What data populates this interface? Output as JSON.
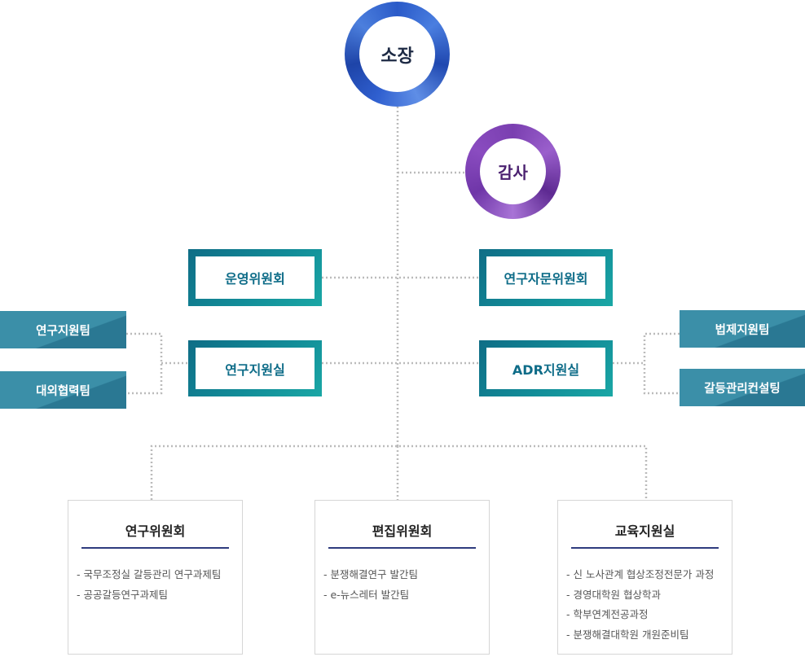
{
  "director": {
    "label": "소장"
  },
  "audit": {
    "label": "감사"
  },
  "operating_committee": {
    "label": "운영위원회"
  },
  "research_advisory_committee": {
    "label": "연구자문위원회"
  },
  "research_support_office": {
    "label": "연구지원실"
  },
  "adr_support_office": {
    "label": "ADR지원실"
  },
  "left_teams": [
    {
      "label": "연구지원팀"
    },
    {
      "label": "대외협력팀"
    }
  ],
  "right_teams": [
    {
      "label": "법제지원팀"
    },
    {
      "label": "갈등관리컨설팅"
    }
  ],
  "bottom_units": [
    {
      "title": "연구위원회",
      "items": [
        "- 국무조정실 갈등관리 연구과제팀",
        "- 공공갈등연구과제팀"
      ]
    },
    {
      "title": "편집위원회",
      "items": [
        "- 분쟁해결연구 발간팀",
        "- e-뉴스레터 발간팀"
      ]
    },
    {
      "title": "교육지원실",
      "items": [
        "- 신 노사관계 협상조정전문가 과정",
        "- 경영대학원 협상학과",
        "- 학부연계전공과정",
        "- 분쟁해결대학원 개원준비팀"
      ]
    }
  ],
  "colors": {
    "director_ring": "#2a5ac8",
    "audit_ring": "#7a3fb0",
    "teal_frame": "#128c98",
    "team_tab": "#3b8fa8",
    "card_rule": "#2f3c7e",
    "connector": "#bbbbbb"
  }
}
